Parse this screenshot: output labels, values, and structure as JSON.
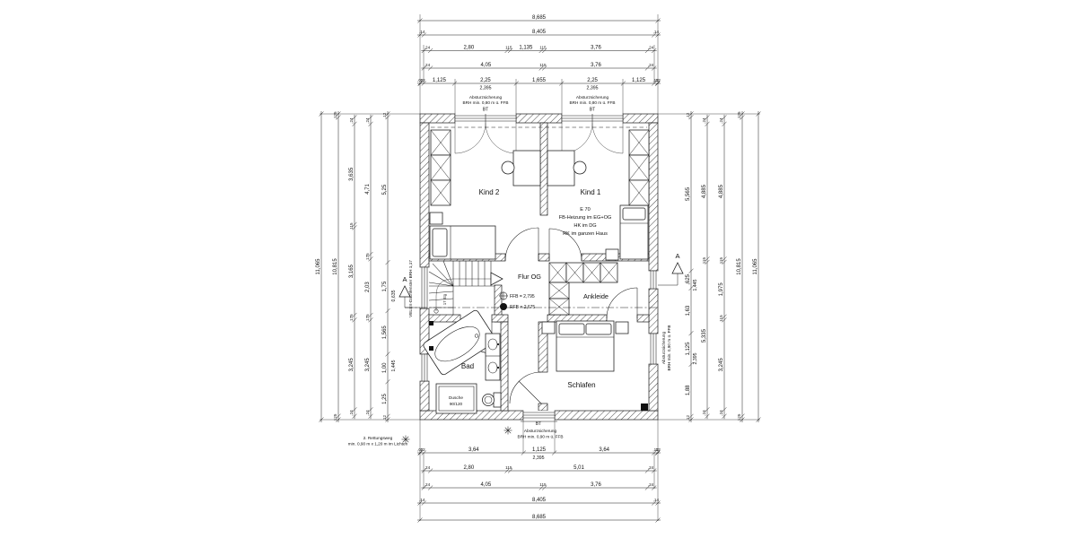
{
  "rooms": {
    "kind2": "Kind 2",
    "kind1": "Kind 1",
    "flur": "Flur OG",
    "ankleide": "Ankleide",
    "bad": "Bad",
    "schlafen": "Schlafen"
  },
  "annotations": {
    "kind1_block": [
      "E 70",
      "FB-Heizung im EG+OG",
      "HK im DG",
      "RK im ganzen Haus"
    ],
    "ffb_level": "FFB = 2,795",
    "rfb_level": "RFB = 2,675",
    "dusche": [
      "Dusche",
      "90/120"
    ],
    "top_window_note": [
      "Absturzsicherung",
      "BRH min. 0,80 m ü. FFB"
    ],
    "bottom_window_note": [
      "Absturzsicherung",
      "BRH min. 0,90 m ü. FFB"
    ],
    "right_window_note": [
      "Absturzsicherung",
      "BRH min. 0,90 m ü. FFB"
    ],
    "bt_label": "BT",
    "velux_note": "VELUX-Dachfenster BRH 1,17",
    "rettungsweg_note": [
      "2. Rettungsweg",
      "min. 0,90 m x 1,20 m im Lichten"
    ],
    "stair_note": "17 Stg",
    "section_marker": "A"
  },
  "dimensions": {
    "chains": [
      {
        "id": "t1",
        "segs": [
          [
            "8,685",
            8.685
          ]
        ]
      },
      {
        "id": "t2",
        "segs": [
          [
            ",14",
            0.14
          ],
          [
            "8,405",
            8.405
          ],
          [
            ",14",
            0.14
          ]
        ]
      },
      {
        "id": "t3",
        "segs": [
          [
            ",24",
            0.24
          ],
          [
            "2,80",
            2.8
          ],
          [
            "115",
            0.115
          ],
          [
            "1,135",
            1.135
          ],
          [
            "115",
            0.115
          ],
          [
            "3,76",
            3.76
          ],
          [
            ",24",
            0.24
          ]
        ]
      },
      {
        "id": "t4",
        "segs": [
          [
            ",24",
            0.24
          ],
          [
            "4,05",
            4.05
          ],
          [
            "115",
            0.115
          ],
          [
            "3,76",
            3.76
          ],
          [
            ",24",
            0.24
          ]
        ]
      },
      {
        "id": "t5",
        "segs": [
          [
            ",02",
            0.02
          ],
          [
            ",12",
            0.12
          ],
          [
            "1,125",
            1.125
          ],
          [
            "2,25",
            2.25
          ],
          [
            "1,655",
            1.655
          ],
          [
            "2,25",
            2.25
          ],
          [
            "1,125",
            1.125
          ],
          [
            ",12",
            0.12
          ],
          [
            ",02",
            0.02
          ]
        ]
      },
      {
        "id": "b1",
        "segs": [
          [
            ",02",
            0.02
          ],
          [
            ",12",
            0.12
          ],
          [
            "3,64",
            3.64
          ],
          [
            "1,125",
            1.125
          ],
          [
            "3,64",
            3.64
          ],
          [
            ",12",
            0.12
          ],
          [
            ",02",
            0.02
          ]
        ]
      },
      {
        "id": "b2",
        "segs": [
          [
            ",24",
            0.24
          ],
          [
            "2,80",
            2.8
          ],
          [
            "115",
            0.115
          ],
          [
            "5,01",
            5.01
          ],
          [
            ",24",
            0.24
          ]
        ]
      },
      {
        "id": "b3",
        "segs": [
          [
            ",24",
            0.24
          ],
          [
            "4,05",
            4.05
          ],
          [
            "115",
            0.115
          ],
          [
            "3,76",
            3.76
          ],
          [
            ",24",
            0.24
          ]
        ]
      },
      {
        "id": "b4",
        "segs": [
          [
            ",14",
            0.14
          ],
          [
            "8,405",
            8.405
          ],
          [
            ",14",
            0.14
          ]
        ]
      },
      {
        "id": "b5",
        "segs": [
          [
            "8,685",
            8.685
          ]
        ]
      },
      {
        "id": "l1",
        "segs": [
          [
            "11,065",
            11.065
          ]
        ]
      },
      {
        "id": "l2",
        "segs": [
          [
            ",125",
            0.125
          ],
          [
            "10,815",
            10.815
          ],
          [
            ",125",
            0.125
          ]
        ]
      },
      {
        "id": "l3",
        "segs": [
          [
            ",24",
            0.24
          ],
          [
            "3,635",
            3.635
          ],
          [
            "115",
            0.115
          ],
          [
            "3,165",
            3.165
          ],
          [
            "175",
            0.175
          ],
          [
            "3,245",
            3.245
          ],
          [
            ",24",
            0.24
          ]
        ]
      },
      {
        "id": "l4",
        "segs": [
          [
            ",24",
            0.24
          ],
          [
            "4,71",
            4.71
          ],
          [
            "175",
            0.175
          ],
          [
            "2,03",
            2.03
          ],
          [
            "175",
            0.175
          ],
          [
            "3,245",
            3.245
          ],
          [
            ",24",
            0.24
          ]
        ]
      },
      {
        "id": "l5",
        "segs": [
          [
            ",12",
            0.12
          ],
          [
            "5,25",
            5.25
          ],
          [
            "1,75",
            1.75
          ],
          [
            "1,565",
            1.565
          ],
          [
            "1,00",
            1.0
          ],
          [
            "1,25",
            1.25
          ],
          [
            ",12",
            0.12
          ]
        ]
      },
      {
        "id": "r1",
        "segs": [
          [
            ",12",
            0.12
          ],
          [
            "5,565",
            5.565
          ],
          [
            ",625",
            0.625
          ],
          [
            "1,63",
            1.63
          ],
          [
            "1,125",
            1.125
          ],
          [
            "1,88",
            1.88
          ],
          [
            ",12",
            0.12
          ]
        ]
      },
      {
        "id": "r2",
        "segs": [
          [
            ",24",
            0.24
          ],
          [
            "4,885",
            4.885
          ],
          [
            "115",
            0.115
          ],
          [
            "5,335",
            5.335
          ],
          [
            ",24",
            0.24
          ]
        ]
      },
      {
        "id": "r3",
        "segs": [
          [
            ",24",
            0.24
          ],
          [
            "4,885",
            4.885
          ],
          [
            "115",
            0.115
          ],
          [
            "1,975",
            1.975
          ],
          [
            "115",
            0.115
          ],
          [
            "3,245",
            3.245
          ],
          [
            ",24",
            0.24
          ]
        ]
      },
      {
        "id": "r4",
        "segs": [
          [
            ",125",
            0.125
          ],
          [
            "10,815",
            10.815
          ],
          [
            ",125",
            0.125
          ]
        ]
      },
      {
        "id": "r5",
        "segs": [
          [
            "11,065",
            11.065
          ]
        ]
      }
    ],
    "sub_labels": [
      "2,395",
      "2,395",
      "2,395",
      "0,635",
      "1,445",
      "1,445",
      "2,395"
    ]
  }
}
